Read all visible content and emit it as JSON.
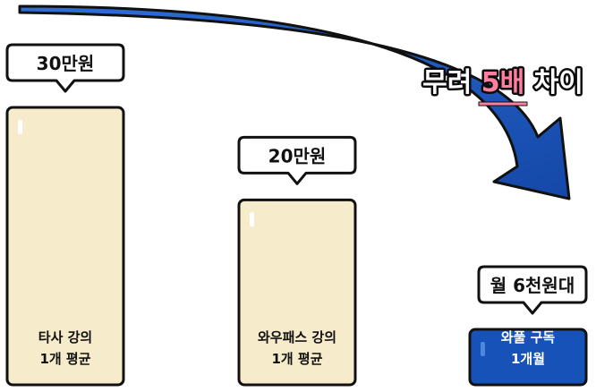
{
  "chart_data": {
    "type": "bar",
    "categories": [
      "타사 강의\n1개 평균",
      "와우패스 강의\n1개 평균",
      "와풀 구독\n1개월"
    ],
    "values": [
      300000,
      200000,
      60000
    ],
    "value_labels": [
      "30만원",
      "20만원",
      "월 6천원대"
    ],
    "ylim": [
      0,
      300000
    ],
    "grid": false,
    "legend": "none",
    "callout": {
      "prefix": "무려 ",
      "highlight": "5배",
      "suffix": " 차이"
    }
  },
  "colors": {
    "bar_default": "#f6eccb",
    "bar_highlight": "#1752b8",
    "outline": "#111111",
    "arrow": "#1e5bbd",
    "callout_highlight": "#ff7fa1"
  }
}
